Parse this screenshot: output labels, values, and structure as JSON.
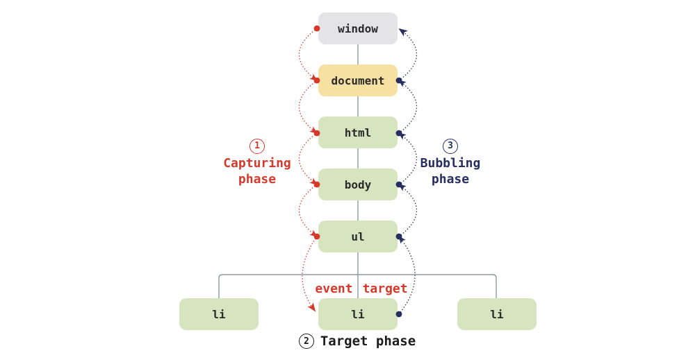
{
  "diagram": {
    "nodes": {
      "window": "window",
      "document": "document",
      "html": "html",
      "body": "body",
      "ul": "ul",
      "li_left": "li",
      "li_target": "li",
      "li_right": "li"
    },
    "labels": {
      "capturing_number": "1",
      "capturing_line1": "Capturing",
      "capturing_line2": "phase",
      "bubbling_number": "3",
      "bubbling_line1": "Bubbling",
      "bubbling_line2": "phase",
      "target_number": "2",
      "target_label": "Target phase",
      "event_target_word1": "event",
      "event_target_word2": "target"
    },
    "colors": {
      "capturing_red": "#d6392b",
      "bubbling_navy": "#252e5e",
      "window_fill": "#e4e4e6",
      "document_fill": "#f6e0a2",
      "element_fill": "#d6e5bf",
      "node_text": "#2a2a2a",
      "tree_line": "#8e97a6",
      "target_phase_text": "#1b1b1b"
    }
  }
}
